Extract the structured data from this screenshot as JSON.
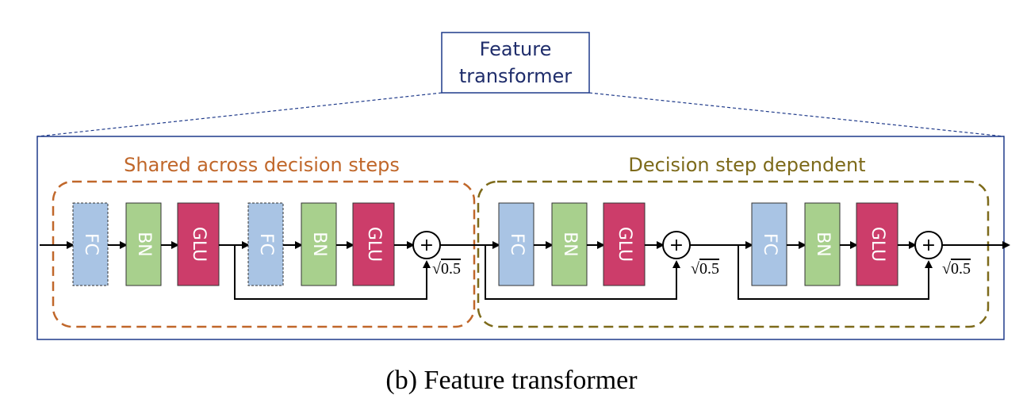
{
  "header": {
    "title_line1": "Feature",
    "title_line2": "transformer"
  },
  "groups": {
    "shared_label": "Shared across decision steps",
    "dependent_label": "Decision step dependent"
  },
  "blocks": {
    "fc": "FC",
    "bn": "BN",
    "glu": "GLU"
  },
  "sum": {
    "symbol": "+",
    "scale_radical": "√",
    "scale_value": "0.5"
  },
  "caption": "(b) Feature transformer",
  "colors": {
    "fc_fill": "#a9c4e4",
    "bn_fill": "#a8d08d",
    "glu_fill": "#cc3d6a",
    "shared_border": "#c0672a",
    "dependent_border": "#7d6a1a",
    "outer_border": "#1f3a8a",
    "title_text": "#1f2d6b",
    "shared_text": "#c0672a",
    "dependent_text": "#7d6a1a"
  }
}
